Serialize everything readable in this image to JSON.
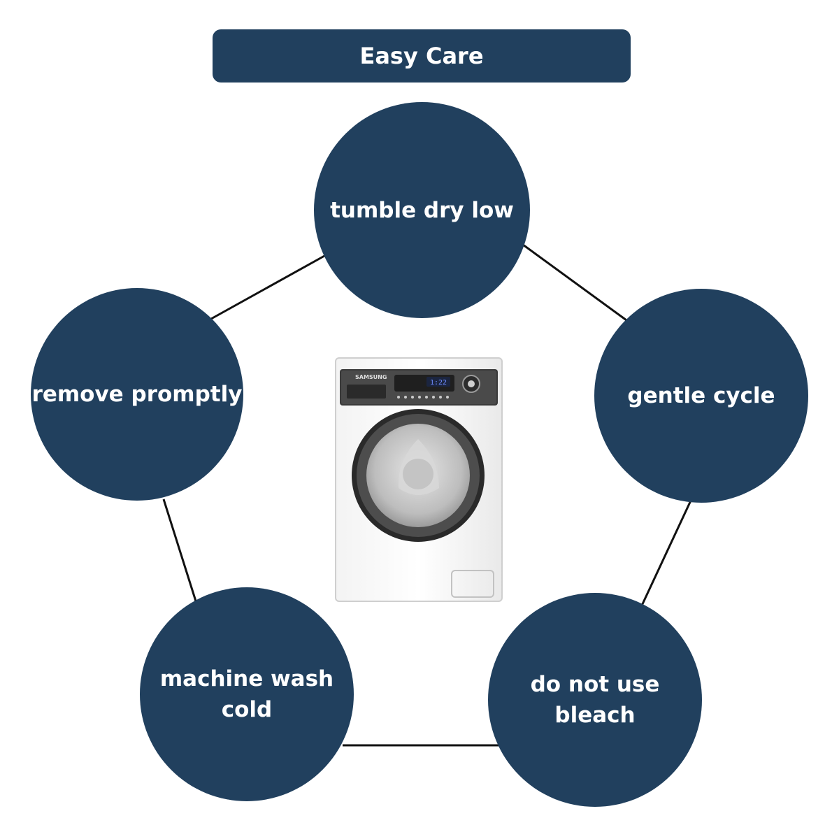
{
  "header": {
    "title": "Easy Care"
  },
  "care": {
    "top": "tumble dry low",
    "right": "gentle cycle",
    "bottom_right": "do not use\nbleach",
    "bottom_left": "machine wash\ncold",
    "left": "remove promptly"
  },
  "machine": {
    "brand": "SAMSUNG",
    "display": "1:22",
    "icon": "washing-machine"
  },
  "colors": {
    "accent": "#21405e",
    "connector": "#111111",
    "background": "#ffffff"
  }
}
